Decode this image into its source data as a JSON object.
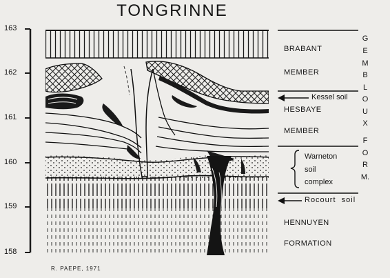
{
  "title": "TONGRINNE",
  "y_axis": {
    "ticks": [
      "163",
      "162",
      "161",
      "160",
      "159",
      "158"
    ]
  },
  "units": {
    "brabant_1": "BRABANT",
    "brabant_2": "MEMBER",
    "kessel": "Kessel soil",
    "hesbaye_1": "HESBAYE",
    "hesbaye_2": "MEMBER",
    "warneton_1": "Warneton",
    "warneton_2": "soil",
    "warneton_3": "complex",
    "rocourt": "Rocourt  soil",
    "hennuyen_1": "HENNUYEN",
    "hennuyen_2": "FORMATION"
  },
  "formation_letters": [
    "G",
    "E",
    "M",
    "B",
    "L",
    "O",
    "U",
    "X",
    "F",
    "O",
    "R",
    "M."
  ],
  "credit": "R. PAEPE, 1971"
}
